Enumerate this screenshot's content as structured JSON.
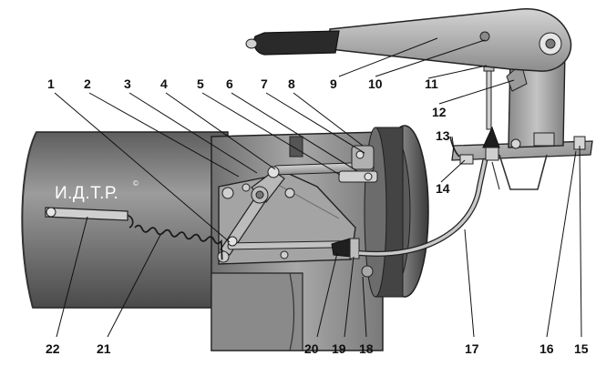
{
  "watermark": {
    "text": "И.Д.Т.Р.",
    "mark": "©"
  },
  "labels": {
    "n1": "1",
    "n2": "2",
    "n3": "3",
    "n4": "4",
    "n5": "5",
    "n6": "6",
    "n7": "7",
    "n8": "8",
    "n9": "9",
    "n10": "10",
    "n11": "11",
    "n12": "12",
    "n13": "13",
    "n14": "14",
    "n15": "15",
    "n16": "16",
    "n17": "17",
    "n18": "18",
    "n19": "19",
    "n20": "20",
    "n21": "21",
    "n22": "22"
  },
  "colors": {
    "housing_dark": "#6d6d6d",
    "housing_mid": "#9a9a9a",
    "metal_light": "#c8c8c8",
    "outline": "#222222",
    "grip": "#2a2a2a"
  }
}
